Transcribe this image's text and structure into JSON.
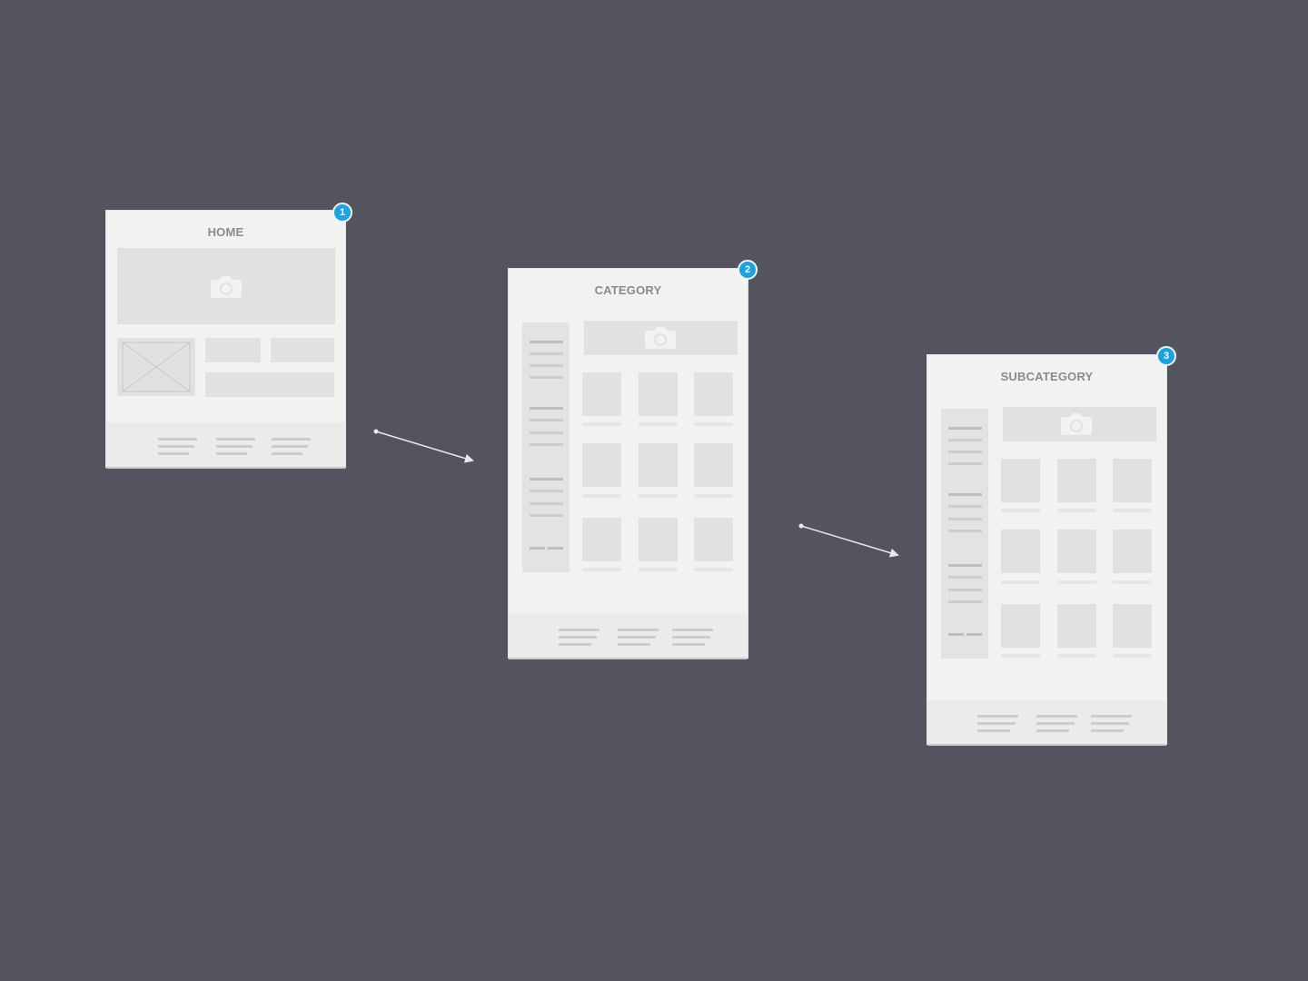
{
  "pages": [
    {
      "number": "1",
      "title": "HOME"
    },
    {
      "number": "2",
      "title": "CATEGORY"
    },
    {
      "number": "3",
      "title": "SUBCATEGORY"
    }
  ],
  "icons": {
    "hero": "camera-icon",
    "placeholder": "image-placeholder-icon",
    "arrow": "arrow-icon"
  },
  "colors": {
    "background": "#545460",
    "card": "#f2f2f1",
    "badge": "#1aa3e0",
    "title": "#8b8b8b"
  }
}
